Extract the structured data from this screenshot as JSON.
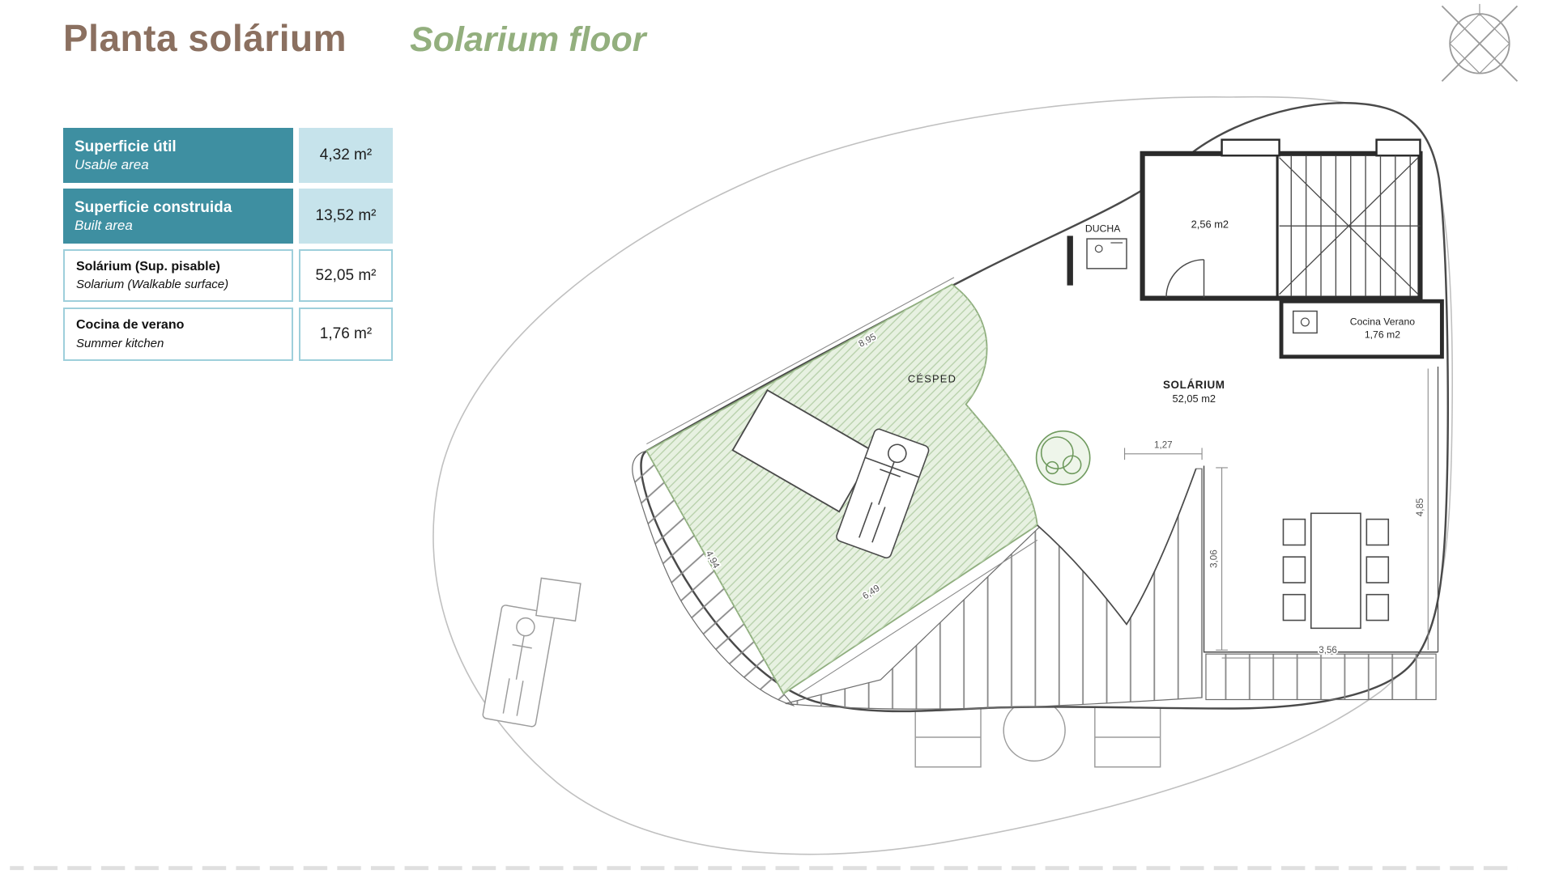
{
  "header": {
    "title_es": "Planta solárium",
    "title_en": "Solarium floor"
  },
  "legend": {
    "rows": [
      {
        "label_es": "Superficie útil",
        "label_en": "Usable area",
        "value": "4,32 m²"
      },
      {
        "label_es": "Superficie construida",
        "label_en": "Built area",
        "value": "13,52 m²"
      },
      {
        "label_es": "Solárium (Sup. pisable)",
        "label_en": "Solarium (Walkable surface)",
        "value": "52,05 m²"
      },
      {
        "label_es": "Cocina de verano",
        "label_en": "Summer kitchen",
        "value": "1,76 m²"
      }
    ]
  },
  "plan": {
    "labels": {
      "ducha": "DUCHA",
      "stair_room_area": "2,56 m2",
      "cocina_line1": "Cocina Verano",
      "cocina_line2": "1,76 m2",
      "solarium": "SOLÁRIUM",
      "solarium_area": "52,05 m2",
      "cesped": "CÉSPED"
    },
    "dimensions": {
      "d_127": "1,27",
      "d_306": "3,06",
      "d_356": "3,56",
      "d_485": "4,85",
      "d_649": "6,49",
      "d_895": "8,95",
      "d_494": "4,94"
    }
  },
  "colors": {
    "teal": "#3E8FA1",
    "light_blue": "#C6E3EB",
    "title_brown": "#8B7060",
    "title_green": "#93AF7E",
    "grass_fill": "#E7F1E1",
    "grass_line": "#B7D0AA",
    "plan_line": "#4A4A4A",
    "faint_line": "#C0C0C0"
  }
}
